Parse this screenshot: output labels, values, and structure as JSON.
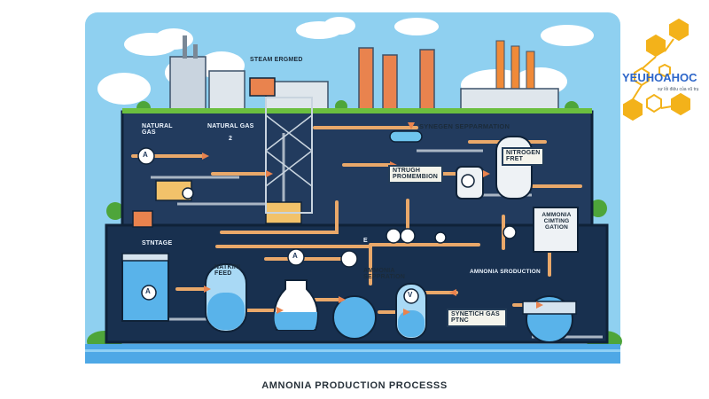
{
  "labels": {
    "steam": "STEAM ERGMED",
    "natural_gas_1": "NATURAL GAS",
    "natural_gas_2": "NATURAL GAS",
    "natural_gas_2_num": "2",
    "syngen_separation": "SYNEGEN SEPPARMATION",
    "nitrogen": "NITROGEN FRET",
    "ntrugh": "NTRUGH PROMEMBION",
    "stntage": "STNTAGE",
    "natkini_feed": "NATKINI FEED",
    "ammonia_separation": "AMMONIA SEPPRATION",
    "amnonia_sroduction": "AMNONIA SRODUCTION",
    "ammonia_gation": "AMMONIA CIMTING GATION",
    "synthetich_gas": "SYNETICH GAS PTNC",
    "letter_a1": "A",
    "letter_a2": "A",
    "letter_a3": "A",
    "letter_v": "V",
    "letter_e": "E",
    "tag_num": "2"
  },
  "logo": {
    "name": "YEUHOAHOC",
    "tagline": "sự lỏi điệu của vũ trụ"
  },
  "caption": "AMNONIA PRODUCTION PROCESSS",
  "colors": {
    "sky": "#8fd0f0",
    "panel": "#223b5e",
    "panel_dark": "#18304f",
    "pipe": "#e9a86a",
    "tank_water": "#59b3ea",
    "logo_hex": "#f3b21a",
    "logo_text": "#2d66c9"
  }
}
